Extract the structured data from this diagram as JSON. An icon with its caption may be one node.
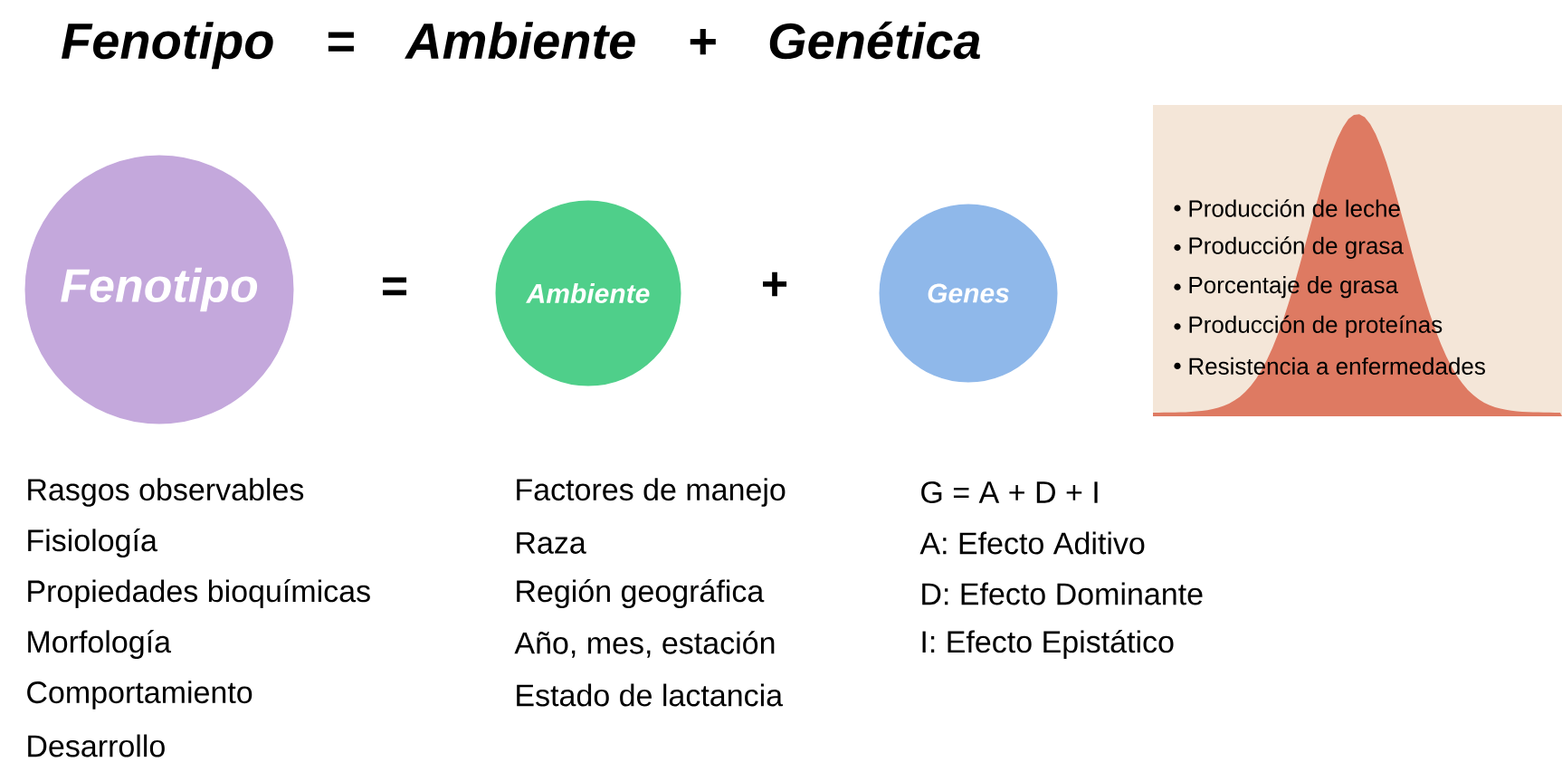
{
  "diagram": {
    "title": "Fenotipo = Ambiente + Genética",
    "nodes": [
      {
        "text": [
          "Fenotipo"
        ]
      },
      {
        "text": [
          "Ambiente"
        ]
      },
      {
        "text": [
          "Genes"
        ]
      },
      {
        "text": [
          "Producción de leche",
          "Producción de grasa",
          "Porcentaje de grasa",
          "Producción de proteínas",
          "Resistencia a enfermedades"
        ]
      }
    ],
    "labels": [
      "=",
      "+",
      "Rasgos observables",
      "Fisiología",
      "Propiedades bioquímicas",
      "Morfología",
      "Comportamiento",
      "Desarrollo",
      "Factores de manejo",
      "Raza",
      "Región geográfica",
      "Año, mes, estación",
      "Estado de lactancia",
      "G = A + D + I",
      "A:  Efecto Aditivo",
      "D:  Efecto Dominante",
      "I:   Efecto Epistático"
    ]
  }
}
